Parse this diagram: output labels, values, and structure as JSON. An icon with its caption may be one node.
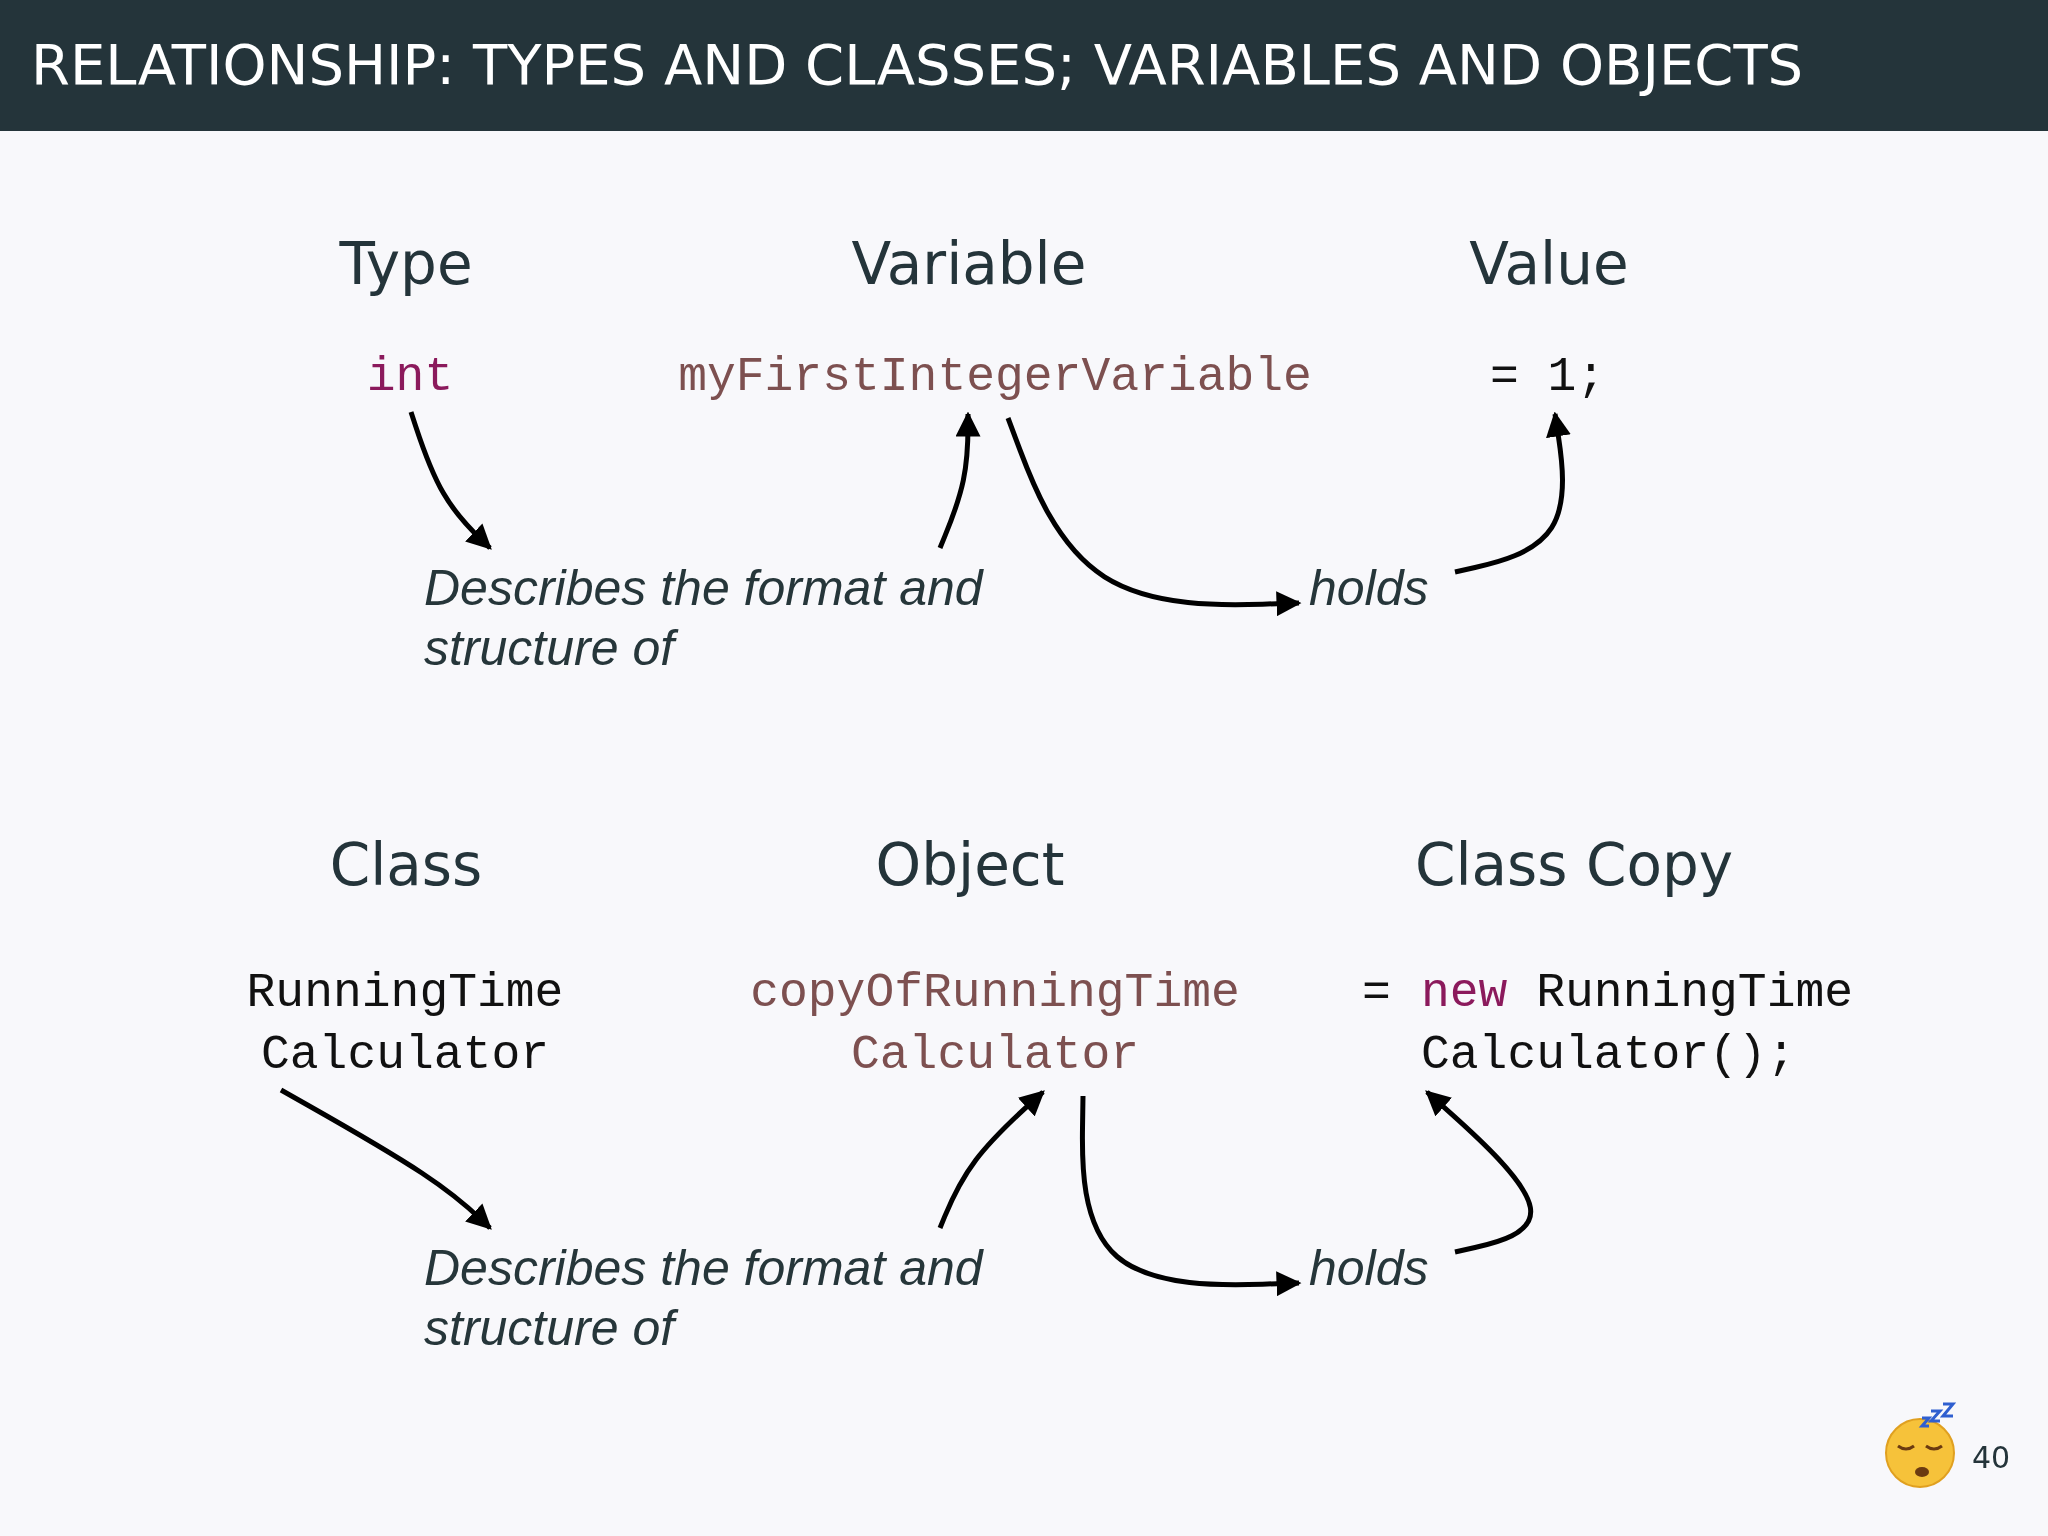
{
  "diagram": {
    "title": "RELATIONSHIP: TYPES AND CLASSES; VARIABLES AND OBJECTS",
    "nodes": [
      {
        "text": [
          "int"
        ]
      },
      {
        "text": [
          "Describes the format and structure of"
        ]
      },
      {
        "text": [
          "myFirstIntegerVariable"
        ]
      },
      {
        "text": [
          "holds"
        ]
      },
      {
        "text": [
          "= 1;"
        ]
      },
      {
        "text": [
          "RunningTime Calculator"
        ]
      },
      {
        "text": [
          "Describes the format and structure of"
        ]
      },
      {
        "text": [
          "copyOfRunningTime Calculator"
        ]
      },
      {
        "text": [
          "holds"
        ]
      },
      {
        "text": [
          "=",
          "new",
          "RunningTime Calculator();"
        ]
      }
    ],
    "edges": [
      {
        "from": 0,
        "to": 1,
        "arrow": "to"
      },
      {
        "from": 1,
        "to": 2,
        "arrow": "to"
      },
      {
        "from": 2,
        "to": 3,
        "arrow": "to"
      },
      {
        "from": 3,
        "to": 4,
        "arrow": "to"
      },
      {
        "from": 5,
        "to": 6,
        "arrow": "to"
      },
      {
        "from": 6,
        "to": 7,
        "arrow": "to"
      },
      {
        "from": 7,
        "to": 8,
        "arrow": "to"
      },
      {
        "from": 8,
        "to": 9,
        "arrow": "to"
      }
    ],
    "labels": [
      "Type",
      "Variable",
      "Value",
      "Class",
      "Object",
      "Class Copy",
      "40"
    ]
  }
}
